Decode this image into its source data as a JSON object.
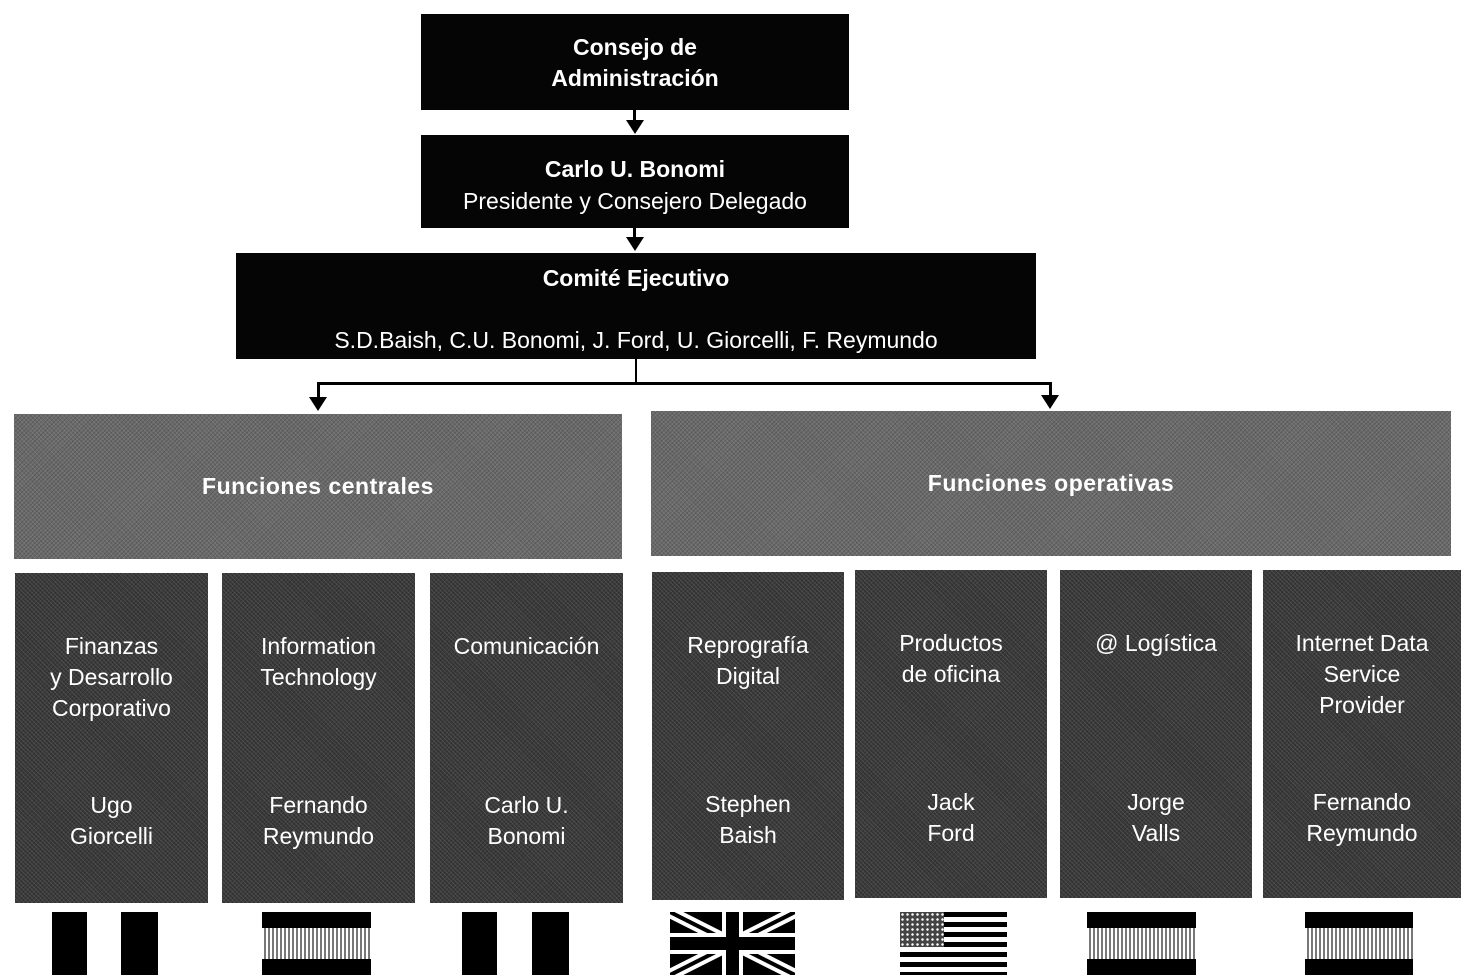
{
  "board": {
    "line1": "Consejo de",
    "line2": "Administración"
  },
  "president": {
    "name": "Carlo U. Bonomi",
    "role": "Presidente y Consejero Delegado"
  },
  "executive_committee": {
    "title": "Comité Ejecutivo",
    "members": "S.D.Baish, C.U. Bonomi, J. Ford, U. Giorcelli, F. Reymundo"
  },
  "groups": {
    "central": {
      "title": "Funciones centrales"
    },
    "operative": {
      "title": "Funciones operativas"
    }
  },
  "departments": [
    {
      "dept": [
        "Finanzas",
        "y Desarrollo",
        "Corporativo"
      ],
      "person": [
        "Ugo",
        "Giorcelli"
      ],
      "flag": "italy-flag"
    },
    {
      "dept": [
        "Information",
        "Technology"
      ],
      "person": [
        "Fernando",
        "Reymundo"
      ],
      "flag": "spain-flag"
    },
    {
      "dept": [
        "Comunicación"
      ],
      "person": [
        "Carlo U.",
        "Bonomi"
      ],
      "flag": "italy-flag"
    },
    {
      "dept": [
        "Reprografía",
        "Digital"
      ],
      "person": [
        "Stephen",
        "Baish"
      ],
      "flag": "uk-flag"
    },
    {
      "dept": [
        "Productos",
        "de oficina"
      ],
      "person": [
        "Jack",
        "Ford"
      ],
      "flag": "usa-flag"
    },
    {
      "dept": [
        "@ Logística"
      ],
      "person": [
        "Jorge",
        "Valls"
      ],
      "flag": "spain-flag"
    },
    {
      "dept": [
        "Internet Data",
        "Service",
        "Provider"
      ],
      "person": [
        "Fernando",
        "Reymundo"
      ],
      "flag": "spain-flag"
    }
  ]
}
